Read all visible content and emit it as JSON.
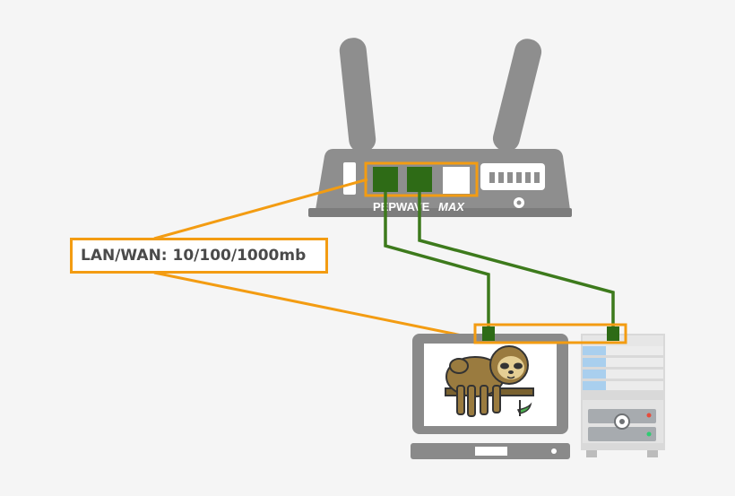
{
  "router": {
    "brand_text": "PEPWAVE",
    "model_text": "MAX"
  },
  "callout": {
    "label": "LAN/WAN: 10/100/1000mb"
  },
  "colors": {
    "highlight": "#f39c12",
    "cable": "#3d7a1c",
    "port_active": "#2e6b16",
    "device_gray": "#8e8e8e",
    "screen_frame": "#8a8a8a",
    "server_body": "#d9d9d9",
    "server_bay": "#a9cfee",
    "sloth_fur": "#9a7b3f",
    "sloth_face": "#e5cf94"
  }
}
